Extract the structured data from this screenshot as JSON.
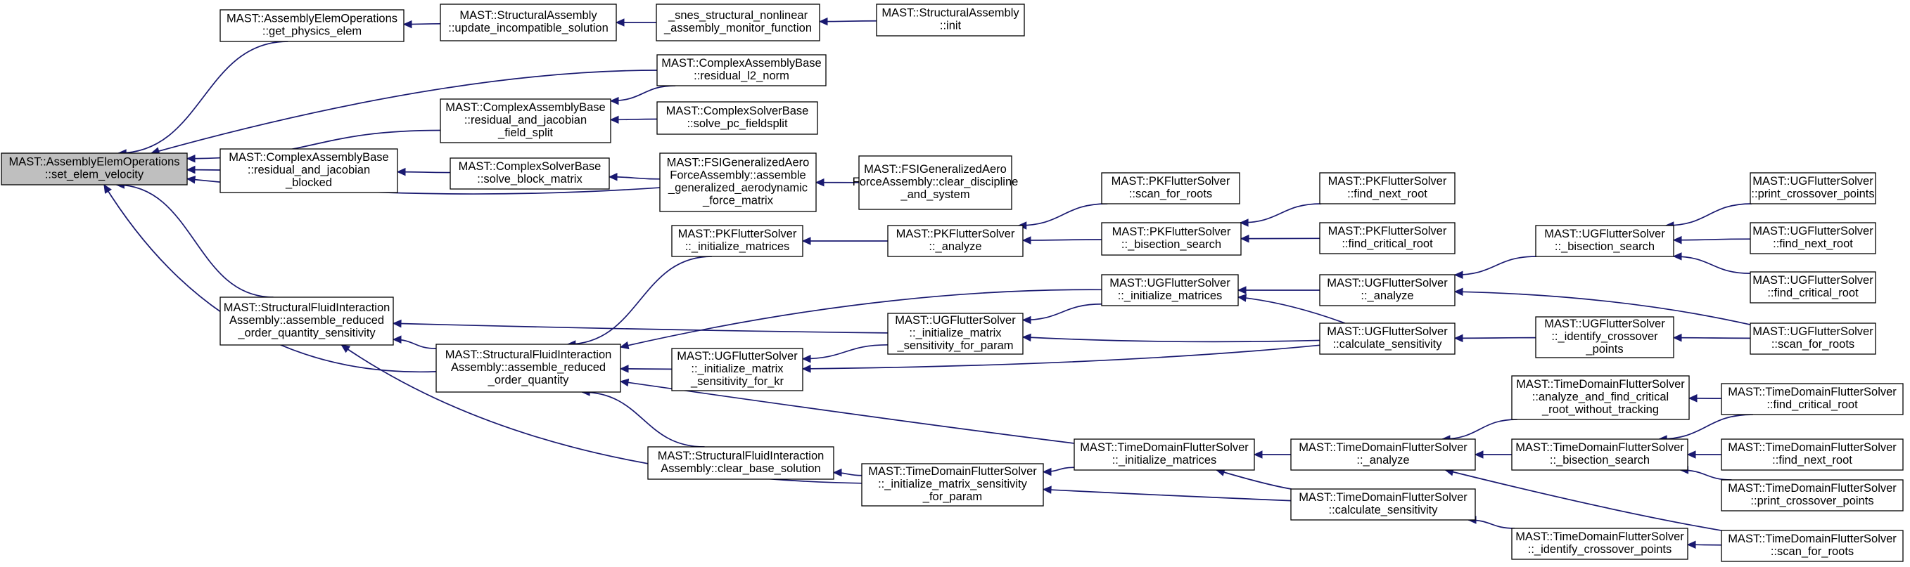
{
  "graph": {
    "edge_color": "#191970",
    "root_fill": "#bfbfbf",
    "nodes": [
      {
        "id": "root",
        "lines": [
          "MAST::AssemblyElemOperations",
          "::set_elem_velocity"
        ],
        "root": true
      },
      {
        "id": "get_phys",
        "lines": [
          "MAST::AssemblyElemOperations",
          "::get_physics_elem"
        ]
      },
      {
        "id": "upd_incomp",
        "lines": [
          "MAST::StructuralAssembly",
          "::update_incompatible_solution"
        ]
      },
      {
        "id": "snes",
        "lines": [
          "_snes_structural_nonlinear",
          "_assembly_monitor_function"
        ]
      },
      {
        "id": "sa_init",
        "lines": [
          "MAST::StructuralAssembly",
          "::init"
        ]
      },
      {
        "id": "resid_l2",
        "lines": [
          "MAST::ComplexAssemblyBase",
          "::residual_l2_norm"
        ]
      },
      {
        "id": "rj_field",
        "lines": [
          "MAST::ComplexAssemblyBase",
          "::residual_and_jacobian",
          "_field_split"
        ]
      },
      {
        "id": "pc_field",
        "lines": [
          "MAST::ComplexSolverBase",
          "::solve_pc_fieldsplit"
        ]
      },
      {
        "id": "rj_block",
        "lines": [
          "MAST::ComplexAssemblyBase",
          "::residual_and_jacobian",
          "_blocked"
        ]
      },
      {
        "id": "block_mat",
        "lines": [
          "MAST::ComplexSolverBase",
          "::solve_block_matrix"
        ]
      },
      {
        "id": "fsi_aero",
        "lines": [
          "MAST::FSIGeneralizedAero",
          "ForceAssembly::assemble",
          "_generalized_aerodynamic",
          "_force_matrix"
        ]
      },
      {
        "id": "fsi_clear",
        "lines": [
          "MAST::FSIGeneralizedAero",
          "ForceAssembly::clear_discipline",
          "_and_system"
        ]
      },
      {
        "id": "sfi_sens",
        "lines": [
          "MAST::StructuralFluidInteraction",
          "Assembly::assemble_reduced",
          "_order_quantity_sensitivity"
        ]
      },
      {
        "id": "sfi_asm",
        "lines": [
          "MAST::StructuralFluidInteraction",
          "Assembly::assemble_reduced",
          "_order_quantity"
        ]
      },
      {
        "id": "sfi_clear",
        "lines": [
          "MAST::StructuralFluidInteraction",
          "Assembly::clear_base_solution"
        ]
      },
      {
        "id": "pk_init",
        "lines": [
          "MAST::PKFlutterSolver",
          "::_initialize_matrices"
        ]
      },
      {
        "id": "pk_an",
        "lines": [
          "MAST::PKFlutterSolver",
          "::_analyze"
        ]
      },
      {
        "id": "pk_scan",
        "lines": [
          "MAST::PKFlutterSolver",
          "::scan_for_roots"
        ]
      },
      {
        "id": "pk_bis",
        "lines": [
          "MAST::PKFlutterSolver",
          "::_bisection_search"
        ]
      },
      {
        "id": "pk_next",
        "lines": [
          "MAST::PKFlutterSolver",
          "::find_next_root"
        ]
      },
      {
        "id": "pk_crit",
        "lines": [
          "MAST::PKFlutterSolver",
          "::find_critical_root"
        ]
      },
      {
        "id": "ug_init",
        "lines": [
          "MAST::UGFlutterSolver",
          "::_initialize_matrices"
        ]
      },
      {
        "id": "ug_an",
        "lines": [
          "MAST::UGFlutterSolver",
          "::_analyze"
        ]
      },
      {
        "id": "ug_bis",
        "lines": [
          "MAST::UGFlutterSolver",
          "::_bisection_search"
        ]
      },
      {
        "id": "ug_print",
        "lines": [
          "MAST::UGFlutterSolver",
          "::print_crossover_points"
        ]
      },
      {
        "id": "ug_next",
        "lines": [
          "MAST::UGFlutterSolver",
          "::find_next_root"
        ]
      },
      {
        "id": "ug_crit",
        "lines": [
          "MAST::UGFlutterSolver",
          "::find_critical_root"
        ]
      },
      {
        "id": "ug_msp",
        "lines": [
          "MAST::UGFlutterSolver",
          "::_initialize_matrix",
          "_sensitivity_for_param"
        ]
      },
      {
        "id": "ug_msk",
        "lines": [
          "MAST::UGFlutterSolver",
          "::_initialize_matrix",
          "_sensitivity_for_kr"
        ]
      },
      {
        "id": "ug_cs",
        "lines": [
          "MAST::UGFlutterSolver",
          "::calculate_sensitivity"
        ]
      },
      {
        "id": "ug_ident",
        "lines": [
          "MAST::UGFlutterSolver",
          "::_identify_crossover",
          "_points"
        ]
      },
      {
        "id": "ug_scan",
        "lines": [
          "MAST::UGFlutterSolver",
          "::scan_for_roots"
        ]
      },
      {
        "id": "td_afc",
        "lines": [
          "MAST::TimeDomainFlutterSolver",
          "::analyze_and_find_critical",
          "_root_without_tracking"
        ]
      },
      {
        "id": "td_crit",
        "lines": [
          "MAST::TimeDomainFlutterSolver",
          "::find_critical_root"
        ]
      },
      {
        "id": "td_init",
        "lines": [
          "MAST::TimeDomainFlutterSolver",
          "::_initialize_matrices"
        ]
      },
      {
        "id": "td_an",
        "lines": [
          "MAST::TimeDomainFlutterSolver",
          "::_analyze"
        ]
      },
      {
        "id": "td_bis",
        "lines": [
          "MAST::TimeDomainFlutterSolver",
          "::_bisection_search"
        ]
      },
      {
        "id": "td_next",
        "lines": [
          "MAST::TimeDomainFlutterSolver",
          "::find_next_root"
        ]
      },
      {
        "id": "td_print",
        "lines": [
          "MAST::TimeDomainFlutterSolver",
          "::print_crossover_points"
        ]
      },
      {
        "id": "td_msp",
        "lines": [
          "MAST::TimeDomainFlutterSolver",
          "::_initialize_matrix_sensitivity",
          "_for_param"
        ]
      },
      {
        "id": "td_cs",
        "lines": [
          "MAST::TimeDomainFlutterSolver",
          "::calculate_sensitivity"
        ]
      },
      {
        "id": "td_ident",
        "lines": [
          "MAST::TimeDomainFlutterSolver",
          "::_identify_crossover_points"
        ]
      },
      {
        "id": "td_scan",
        "lines": [
          "MAST::TimeDomainFlutterSolver",
          "::scan_for_roots"
        ]
      }
    ],
    "edges": [
      [
        "get_phys",
        "root"
      ],
      [
        "resid_l2",
        "root"
      ],
      [
        "rj_field",
        "root"
      ],
      [
        "rj_block",
        "root"
      ],
      [
        "fsi_aero",
        "root"
      ],
      [
        "sfi_sens",
        "root"
      ],
      [
        "sfi_asm",
        "root"
      ],
      [
        "upd_incomp",
        "get_phys"
      ],
      [
        "snes",
        "upd_incomp"
      ],
      [
        "sa_init",
        "snes"
      ],
      [
        "resid_l2",
        "rj_field"
      ],
      [
        "pc_field",
        "rj_field"
      ],
      [
        "block_mat",
        "rj_block"
      ],
      [
        "fsi_aero",
        "block_mat"
      ],
      [
        "fsi_clear",
        "fsi_aero"
      ],
      [
        "sfi_asm",
        "sfi_sens"
      ],
      [
        "ug_msp",
        "sfi_sens"
      ],
      [
        "td_msp",
        "sfi_sens"
      ],
      [
        "pk_init",
        "sfi_asm"
      ],
      [
        "ug_init",
        "sfi_asm"
      ],
      [
        "ug_msk",
        "sfi_asm"
      ],
      [
        "sfi_clear",
        "sfi_asm"
      ],
      [
        "td_init",
        "sfi_asm"
      ],
      [
        "pk_an",
        "pk_init"
      ],
      [
        "pk_scan",
        "pk_an"
      ],
      [
        "pk_bis",
        "pk_an"
      ],
      [
        "pk_next",
        "pk_bis"
      ],
      [
        "pk_crit",
        "pk_bis"
      ],
      [
        "ug_an",
        "ug_init"
      ],
      [
        "ug_cs",
        "ug_init"
      ],
      [
        "ug_bis",
        "ug_an"
      ],
      [
        "ug_scan",
        "ug_an"
      ],
      [
        "ug_print",
        "ug_bis"
      ],
      [
        "ug_next",
        "ug_bis"
      ],
      [
        "ug_crit",
        "ug_bis"
      ],
      [
        "ug_init",
        "ug_msp"
      ],
      [
        "ug_cs",
        "ug_msp"
      ],
      [
        "ug_msp",
        "ug_msk"
      ],
      [
        "ug_cs",
        "ug_msk"
      ],
      [
        "ug_ident",
        "ug_cs"
      ],
      [
        "ug_scan",
        "ug_ident"
      ],
      [
        "td_msp",
        "sfi_clear"
      ],
      [
        "td_init",
        "td_msp"
      ],
      [
        "td_cs",
        "td_msp"
      ],
      [
        "td_an",
        "td_init"
      ],
      [
        "td_cs",
        "td_init"
      ],
      [
        "td_afc",
        "td_an"
      ],
      [
        "td_bis",
        "td_an"
      ],
      [
        "td_scan",
        "td_an"
      ],
      [
        "td_crit",
        "td_afc"
      ],
      [
        "td_crit",
        "td_bis"
      ],
      [
        "td_next",
        "td_bis"
      ],
      [
        "td_print",
        "td_bis"
      ],
      [
        "td_ident",
        "td_cs"
      ],
      [
        "td_scan",
        "td_ident"
      ]
    ]
  }
}
